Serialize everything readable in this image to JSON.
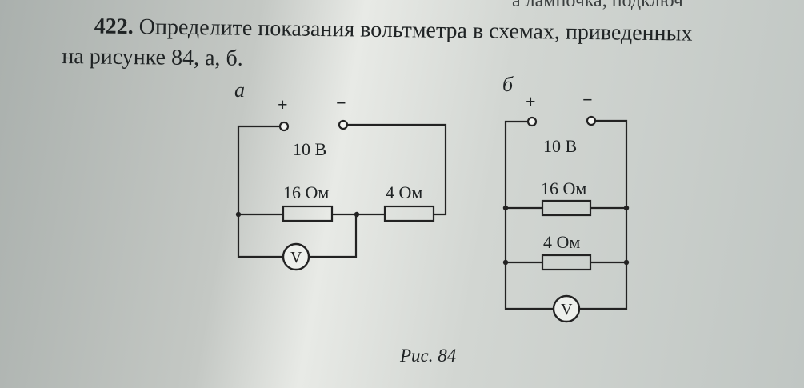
{
  "top_cut": "а лампочка, подключ",
  "problem": {
    "number": "422.",
    "text_line1": "Определите показания вольтметра в схемах, приведенных",
    "text_line2": "на рисунке 84, а, б."
  },
  "figure_a": {
    "label": "а",
    "plus": "+",
    "minus": "−",
    "voltage": "10 В",
    "resistor1": "16 Ом",
    "resistor2": "4 Ом",
    "voltmeter": "V"
  },
  "figure_b": {
    "label": "б",
    "plus": "+",
    "minus": "−",
    "voltage": "10 В",
    "resistor1": "16 Ом",
    "resistor2": "4 Ом",
    "voltmeter": "V"
  },
  "caption": "Рис. 84"
}
